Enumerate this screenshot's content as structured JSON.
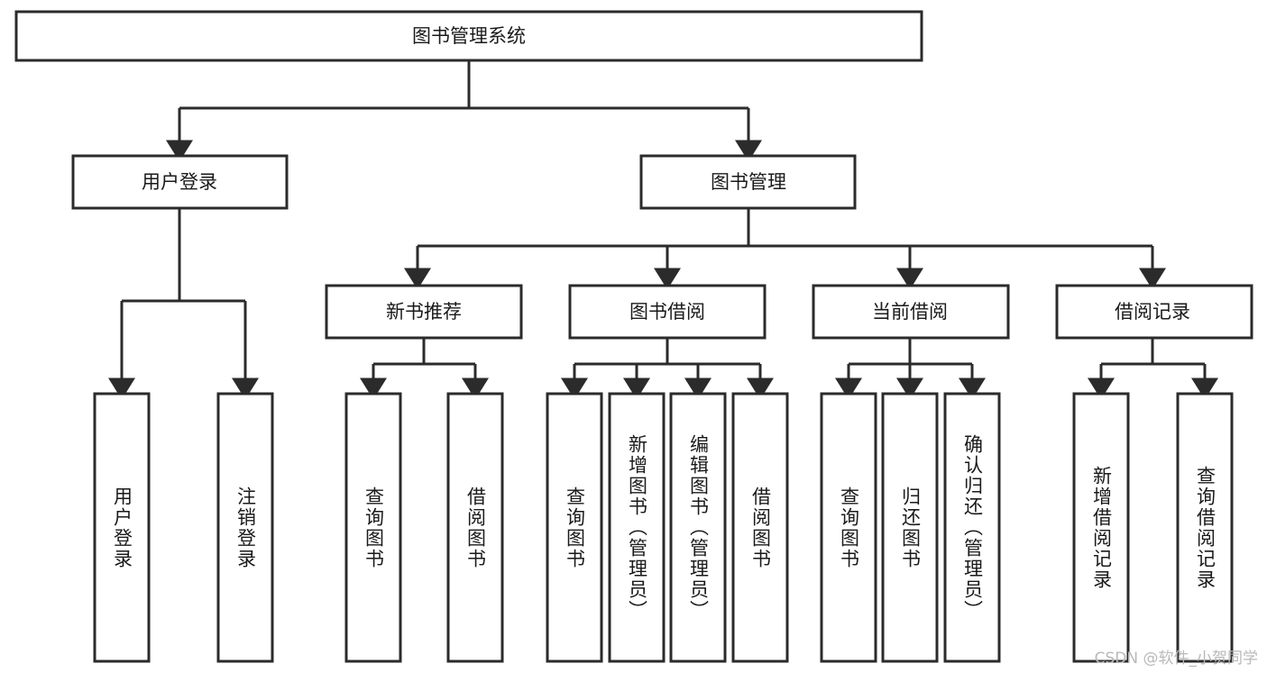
{
  "diagram": {
    "type": "tree",
    "title": "图书管理系统",
    "root": {
      "id": "root",
      "label": "图书管理系统",
      "orientation": "horizontal"
    },
    "level2": [
      {
        "id": "user-login",
        "label": "用户登录",
        "orientation": "horizontal"
      },
      {
        "id": "book-manage",
        "label": "图书管理",
        "orientation": "horizontal"
      }
    ],
    "level3": [
      {
        "id": "new-book-recommend",
        "label": "新书推荐",
        "orientation": "horizontal",
        "parent": "book-manage"
      },
      {
        "id": "book-borrow",
        "label": "图书借阅",
        "orientation": "horizontal",
        "parent": "book-manage"
      },
      {
        "id": "current-borrow",
        "label": "当前借阅",
        "orientation": "horizontal",
        "parent": "book-manage"
      },
      {
        "id": "borrow-record",
        "label": "借阅记录",
        "orientation": "horizontal",
        "parent": "book-manage"
      }
    ],
    "leaves": [
      {
        "id": "leaf-user-login",
        "label": "用户登录",
        "orientation": "vertical",
        "parent": "user-login"
      },
      {
        "id": "leaf-user-logout",
        "label": "注销登录",
        "orientation": "vertical",
        "parent": "user-login"
      },
      {
        "id": "leaf-query-book-1",
        "label": "查询图书",
        "orientation": "vertical",
        "parent": "new-book-recommend"
      },
      {
        "id": "leaf-borrow-book-1",
        "label": "借阅图书",
        "orientation": "vertical",
        "parent": "new-book-recommend"
      },
      {
        "id": "leaf-query-book-2",
        "label": "查询图书",
        "orientation": "vertical",
        "parent": "book-borrow"
      },
      {
        "id": "leaf-add-book",
        "label": "新增图书（管理员）",
        "orientation": "vertical",
        "parent": "book-borrow"
      },
      {
        "id": "leaf-edit-book",
        "label": "编辑图书（管理员）",
        "orientation": "vertical",
        "parent": "book-borrow"
      },
      {
        "id": "leaf-borrow-book-2",
        "label": "借阅图书",
        "orientation": "vertical",
        "parent": "book-borrow"
      },
      {
        "id": "leaf-query-book-3",
        "label": "查询图书",
        "orientation": "vertical",
        "parent": "current-borrow"
      },
      {
        "id": "leaf-return-book",
        "label": "归还图书",
        "orientation": "vertical",
        "parent": "current-borrow"
      },
      {
        "id": "leaf-confirm-return",
        "label": "确认归还（管理员）",
        "orientation": "vertical",
        "parent": "current-borrow"
      },
      {
        "id": "leaf-add-record",
        "label": "新增借阅记录",
        "orientation": "vertical",
        "parent": "borrow-record"
      },
      {
        "id": "leaf-query-record",
        "label": "查询借阅记录",
        "orientation": "vertical",
        "parent": "borrow-record"
      }
    ]
  },
  "watermark": {
    "text": "CSDN @软件_小贺同学"
  },
  "colors": {
    "stroke": "#2b2b2b",
    "box_fill": "#ffffff",
    "text": "#1a1a1a",
    "background": "#ffffff",
    "watermark": "#b9b9b9"
  }
}
